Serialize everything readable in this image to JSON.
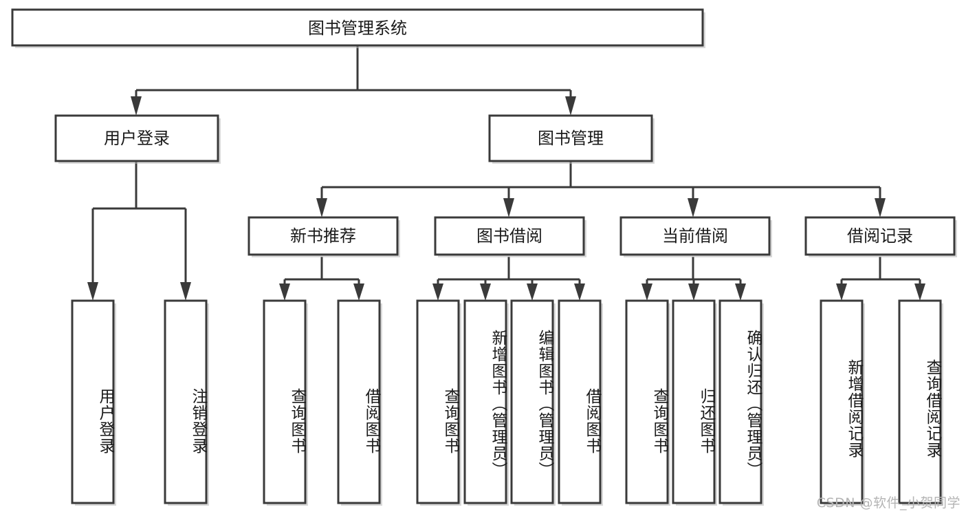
{
  "diagram": {
    "title": "图书管理系统",
    "type": "hierarchy-tree",
    "orientation": "top-down",
    "colors": {
      "box_fill": "#ffffff",
      "box_stroke": "#3a3a3a",
      "text": "#1a1a1a",
      "background": "#ffffff",
      "watermark": "#b4b4b4"
    },
    "root": {
      "label": "图书管理系统"
    },
    "level2": [
      {
        "label": "用户登录"
      },
      {
        "label": "图书管理"
      }
    ],
    "level3": [
      {
        "label": "新书推荐"
      },
      {
        "label": "图书借阅"
      },
      {
        "label": "当前借阅"
      },
      {
        "label": "借阅记录"
      }
    ],
    "leaves": {
      "user_login": [
        {
          "label": "用户登录"
        },
        {
          "label": "注销登录"
        }
      ],
      "new_book_recommend": [
        {
          "label": "查询图书"
        },
        {
          "label": "借阅图书"
        }
      ],
      "book_borrow": [
        {
          "label": "查询图书"
        },
        {
          "label": "新增图书（管理员）"
        },
        {
          "label": "编辑图书（管理员）"
        },
        {
          "label": "借阅图书"
        }
      ],
      "current_borrow": [
        {
          "label": "查询图书"
        },
        {
          "label": "归还图书"
        },
        {
          "label": "确认归还（管理员）"
        }
      ],
      "borrow_record": [
        {
          "label": "新增借阅记录"
        },
        {
          "label": "查询借阅记录"
        }
      ]
    }
  },
  "watermark": {
    "text": "CSDN @软件_小贺同学"
  }
}
